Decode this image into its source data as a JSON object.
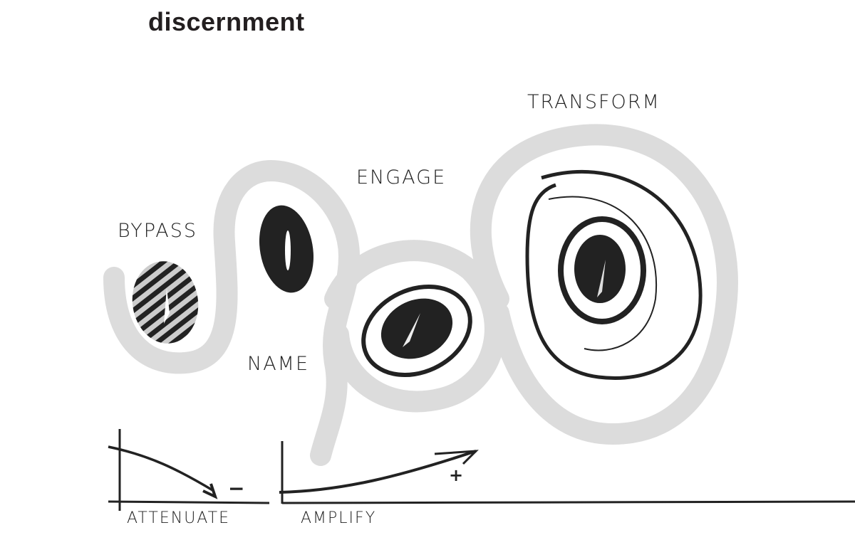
{
  "title": "discernment",
  "stages": {
    "bypass": "BYPASS",
    "name": "NAME",
    "engage": "ENGAGE",
    "transform": "TRANSFORM"
  },
  "graphs": {
    "attenuate": {
      "label": "ATTENUATE",
      "sign": "−"
    },
    "amplify": {
      "label": "AMPLIFY",
      "sign": "+"
    }
  },
  "colors": {
    "ink": "#231f20",
    "band": "#dcdcdc"
  }
}
